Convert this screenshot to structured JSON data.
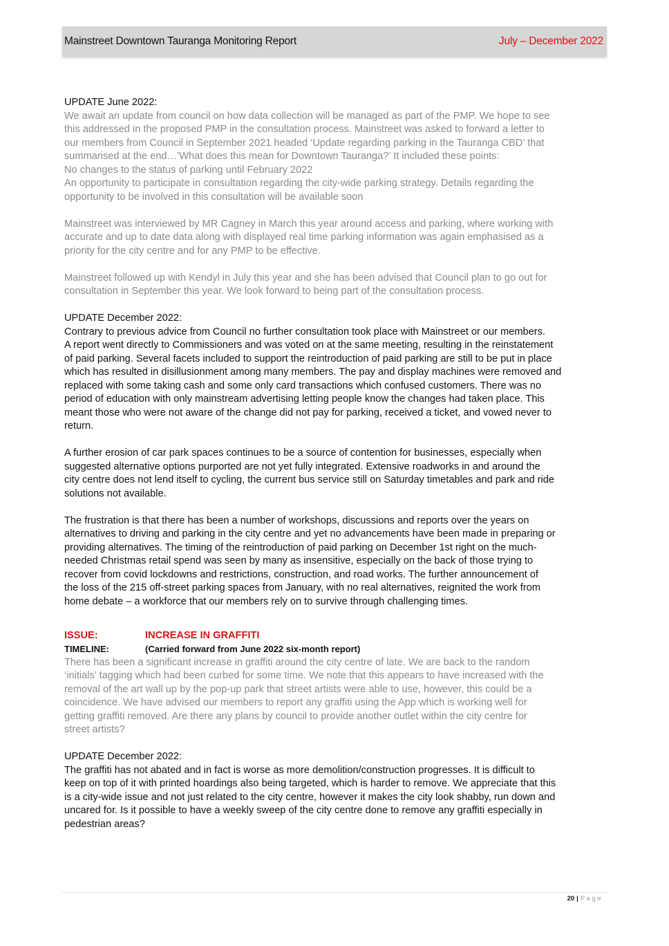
{
  "header": {
    "title": "Mainstreet Downtown Tauranga Monitoring Report",
    "period": "July – December 2022"
  },
  "section1": {
    "heading": "UPDATE June 2022:",
    "lines": [
      "We await an update from council on how data collection will be managed as part of the PMP. We hope to see",
      "this addressed in the proposed PMP in the consultation process.  Mainstreet was asked to forward a letter to",
      "our members from Council in September 2021 headed ‘Update regarding parking in the Tauranga CBD’ that",
      "summarised at the end…’What does this mean for Downtown Tauranga?’ It included these points:",
      "No changes to the status of parking until February 2022",
      "An opportunity to participate in consultation regarding the city-wide parking strategy. Details regarding the",
      "opportunity to be involved in this consultation will be available soon"
    ],
    "para2": [
      "Mainstreet was interviewed by MR Cagney in March this year around access and parking, where working with",
      "accurate and up to date data along with displayed real time parking information was again emphasised as a",
      "priority for the city centre and for any PMP to be effective."
    ],
    "para3": [
      "Mainstreet followed up with Kendyl in July this year and she has been advised that Council plan to go out for",
      "consultation in September this year. We look forward to being part of the consultation process."
    ]
  },
  "section2": {
    "heading": "UPDATE December 2022:",
    "para1": [
      "Contrary to previous advice from Council no further consultation took place with Mainstreet or our members.",
      "A report went directly to Commissioners and was voted on at the same meeting, resulting in the reinstatement",
      "of paid parking. Several facets included to support the reintroduction of paid parking are still to be put in place",
      "which has resulted in disillusionment among many members. The pay and display machines were removed and",
      "replaced with some taking cash and some only card transactions which confused customers. There was no",
      "period of education with only mainstream advertising letting people know the changes had taken place. This",
      "meant those who were not aware of the change did not pay for parking, received a ticket, and vowed never to",
      "return."
    ],
    "para2": [
      "A further erosion of car park spaces continues to be a source of contention for businesses, especially when",
      "suggested alternative options purported are not yet fully integrated. Extensive roadworks in and around the",
      "city centre does not lend itself to cycling, the current bus service still on Saturday timetables and park and ride",
      "solutions not available."
    ],
    "para3": [
      "The frustration is that there has been a number of workshops, discussions and reports over the years on",
      "alternatives to driving and parking in the city centre and yet no advancements have been made in preparing or",
      "providing alternatives. The timing of the reintroduction of paid parking on December 1st right on the much-",
      "needed Christmas retail spend was seen by many as insensitive, especially on the back of those trying to",
      "recover from covid lockdowns and restrictions, construction, and road works.  The further announcement of",
      "the loss of the 215 off-street parking spaces from January, with no real alternatives, reignited the work from",
      "home debate – a workforce that our members rely on to survive through challenging times."
    ]
  },
  "issue": {
    "label": "ISSUE:",
    "title": "INCREASE IN GRAFFITI",
    "timeline_label": "TIMELINE:",
    "timeline_text": "(Carried forward from June 2022 six-month report)",
    "lines": [
      "There has been a significant increase in graffiti around the city centre of late.  We are back to the random",
      "‘initials’ tagging which had been curbed for some time. We note that this appears to have increased with the",
      "removal of the art wall up by the pop-up park that street artists were able to use, however, this could be a",
      "coincidence. We have advised our members to report any graffiti using the App which is working well for",
      "getting graffiti removed. Are there any plans by council to provide another outlet within the city centre for",
      "street artists?"
    ]
  },
  "section3": {
    "heading": "UPDATE December 2022:",
    "lines": [
      "The graffiti has not abated and in fact is worse as more demolition/construction progresses. It is difficult to",
      "keep on top of it with printed hoardings also being targeted, which is harder to remove. We appreciate that this",
      "is a city-wide issue and not just related to the city centre, however it makes the city look shabby, run down and",
      "uncared for. Is it possible to have a weekly sweep of the city centre done to remove any graffiti especially in",
      "pedestrian areas?"
    ]
  },
  "footer": {
    "page_number": "20",
    "separator": "|",
    "page_word": "Page"
  }
}
